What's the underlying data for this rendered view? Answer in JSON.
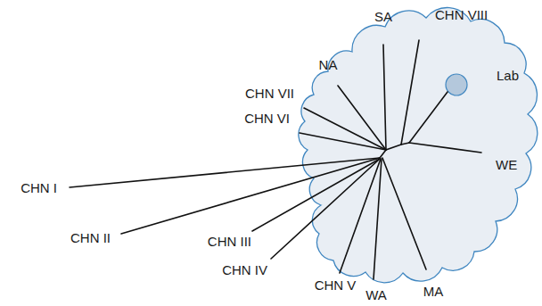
{
  "diagram": {
    "labels": [
      "SA",
      "CHN VIII",
      "NA",
      "Lab",
      "CHN VII",
      "CHN VI",
      "WE",
      "CHN I",
      "CHN II",
      "CHN III",
      "CHN IV",
      "CHN V",
      "WA",
      "MA"
    ]
  }
}
